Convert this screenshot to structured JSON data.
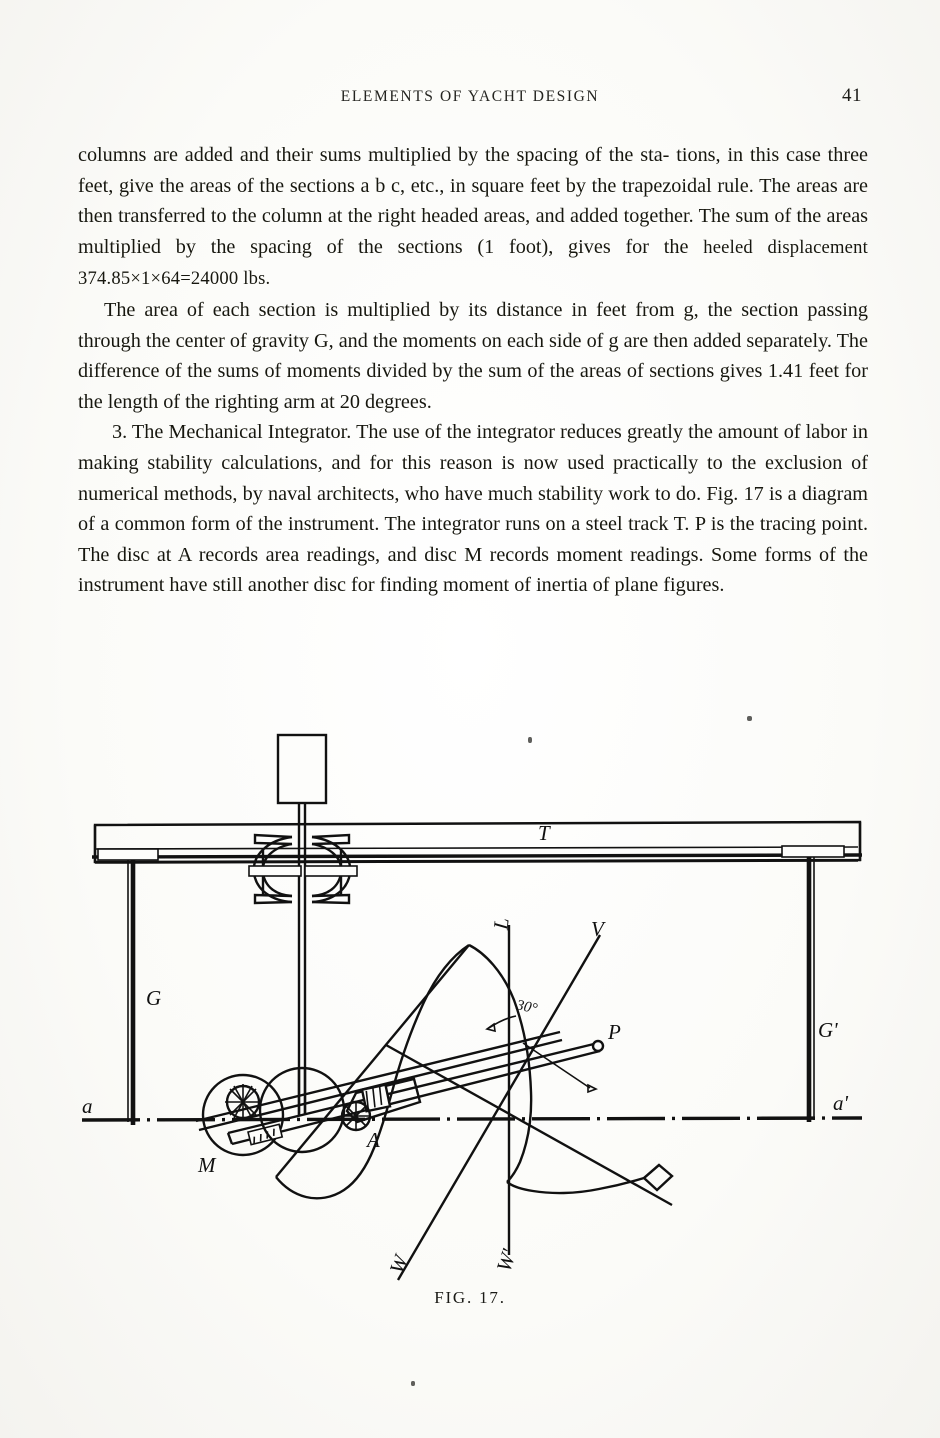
{
  "page": {
    "running_head": "ELEMENTS OF YACHT DESIGN",
    "folio": "41"
  },
  "body": {
    "paragraphs": [
      {
        "id": "p1",
        "text": "columns are added and their sums multiplied by the spacing of the sta-tions, in this case three feet, give the areas of the sections a b c, etc., in square feet by the trapezoidal rule.   The areas are then transferred to the column at the right headed areas, and added together.   The sum of the areas multiplied by the spacing of the sections (1 foot), gives for the heeled displacement 374.85×1×64=24000 lbs."
      },
      {
        "id": "p2",
        "text": "The area of each section is multiplied by its distance in feet from g, the section passing through the center of gravity G, and the moments on each side of g are then added separately.   The difference of the sums of moments divided by the sum of the areas of sections gives 1.41 feet for the length of the righting arm at 20 degrees."
      },
      {
        "id": "p3",
        "text": "3.   The Mechanical Integrator.  The use of the integrator reduces greatly the amount of labor in making stability calculations, and for this reason is now used practically to the exclusion of numerical methods, by naval architects, who have much stability work to do.   Fig. 17 is a diagram of a common form of the instrument.   The integrator runs on a steel track T.   P is the tracing point.   The disc at A records area readings, and disc M records moment readings.   Some forms of the instrument have still another disc for finding moment of inertia of plane figures."
      }
    ],
    "lines": [
      "columns are added and their sums multiplied by the spacing of the sta-",
      "tions, in this case three feet, give the areas of the sections a b c, etc., in",
      "square feet by the trapezoidal rule.   The areas are then transferred to",
      "the column at the right headed areas, and added together.   The sum of",
      "the areas multiplied by the spacing of the sections (1 foot), gives for the",
      "heeled displacement 374.85×1×64=24000 lbs.",
      "The area of each section is multiplied by its distance in feet from g,",
      "the section passing through the center of gravity G, and the moments on",
      "each side of g are then added separately.   The difference of the sums of",
      "moments divided by the sum of the areas of sections gives 1.41 feet for",
      "the length of the righting arm at 20 degrees.",
      "3.   The Mechanical Integrator.  The use of the integrator reduces greatly",
      "the amount of labor in making stability calculations, and for this reason",
      "is now used practically to the exclusion of numerical methods, by naval",
      "architects, who have much stability work to do.   Fig. 17 is a diagram of",
      "a common form of the instrument.   The integrator runs on a steel track",
      "T.   P is the tracing point.   The disc at A records area readings, and",
      "disc M records moment readings.   Some forms of the instrument have",
      "still another disc for finding moment of inertia of plane figures."
    ]
  },
  "figure": {
    "caption": "FIG.  17.",
    "labels": {
      "track": "T",
      "post_left": "G",
      "post_right": "G'",
      "baseline_left": "a",
      "baseline_right": "a'",
      "moment_disc": "M",
      "area_disc": "A",
      "tracing_point": "P",
      "vertical_axis": "L",
      "inclined_axis": "V",
      "waterline_left": "W",
      "waterline_right": "W'",
      "angle": "30°"
    }
  },
  "colors": {
    "ink": "#17170f",
    "paper": "#fdfdfb",
    "line": "#111111"
  }
}
